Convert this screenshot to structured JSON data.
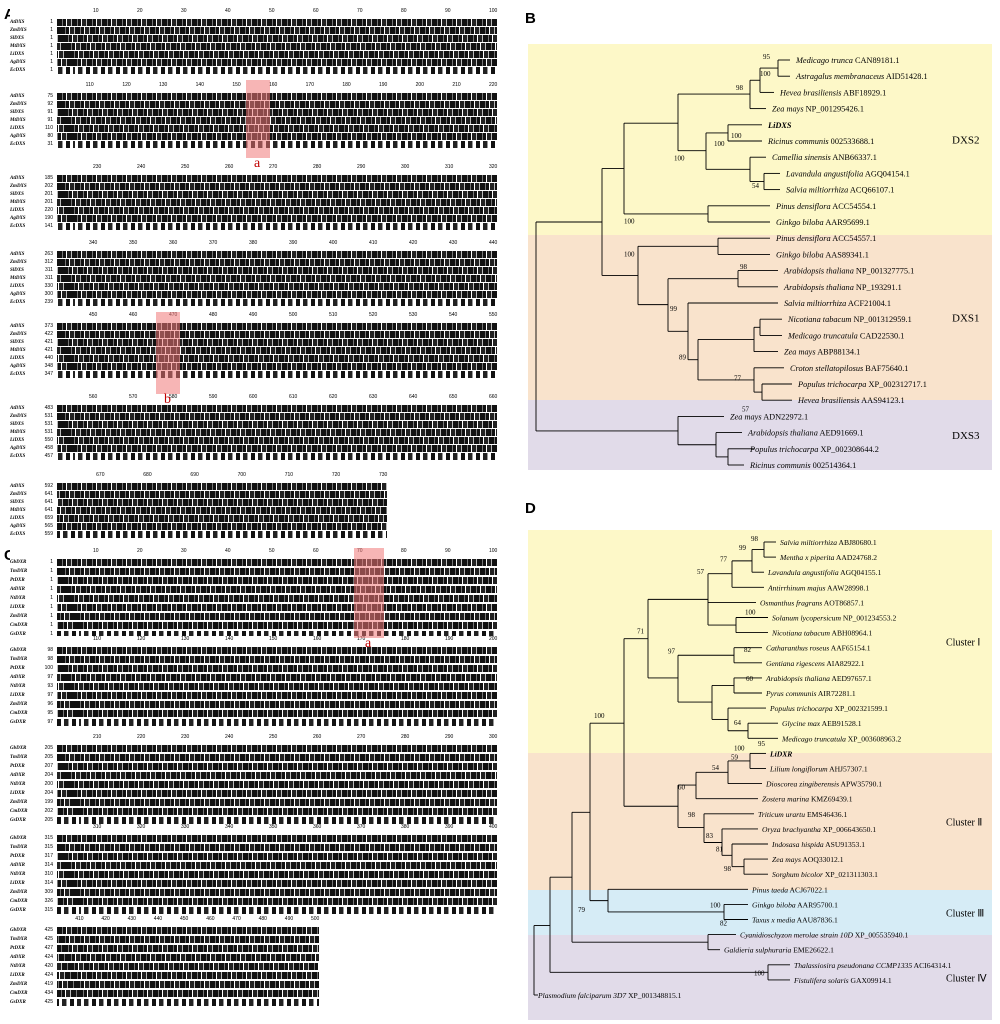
{
  "panels": {
    "a": "A",
    "b": "B",
    "c": "C",
    "d": "D"
  },
  "alignment_a": {
    "motif_letters": [
      "a",
      "b"
    ],
    "blocks": [
      {
        "ruler": [
          "10",
          "20",
          "30",
          "40",
          "50",
          "60",
          "70",
          "80",
          "90",
          "100"
        ],
        "rows": [
          [
            "AtDXS",
            "1"
          ],
          [
            "ZmDXS",
            "1"
          ],
          [
            "SlDXS",
            "1"
          ],
          [
            "MtDXS",
            "1"
          ],
          [
            "LiDXS",
            "1"
          ],
          [
            "AgDXS",
            "1"
          ],
          [
            "EcDXS",
            "1"
          ]
        ]
      },
      {
        "ruler": [
          "110",
          "120",
          "130",
          "140",
          "150",
          "160",
          "170",
          "180",
          "190",
          "200",
          "210",
          "220"
        ],
        "rows": [
          [
            "AtDXS",
            "75"
          ],
          [
            "ZmDXS",
            "92"
          ],
          [
            "SlDXS",
            "91"
          ],
          [
            "MtDXS",
            "91"
          ],
          [
            "LiDXS",
            "110"
          ],
          [
            "AgDXS",
            "80"
          ],
          [
            "EcDXS",
            "31"
          ]
        ]
      },
      {
        "ruler": [
          "230",
          "240",
          "250",
          "260",
          "270",
          "280",
          "290",
          "300",
          "310",
          "320"
        ],
        "rows": [
          [
            "AtDXS",
            "185"
          ],
          [
            "ZmDXS",
            "202"
          ],
          [
            "SlDXS",
            "201"
          ],
          [
            "MtDXS",
            "201"
          ],
          [
            "LiDXS",
            "220"
          ],
          [
            "AgDXS",
            "190"
          ],
          [
            "EcDXS",
            "141"
          ]
        ]
      },
      {
        "ruler": [
          "340",
          "350",
          "360",
          "370",
          "380",
          "390",
          "400",
          "410",
          "420",
          "430",
          "440"
        ],
        "rows": [
          [
            "AtDXS",
            "263"
          ],
          [
            "ZmDXS",
            "312"
          ],
          [
            "SlDXS",
            "311"
          ],
          [
            "MtDXS",
            "311"
          ],
          [
            "LiDXS",
            "330"
          ],
          [
            "AgDXS",
            "300"
          ],
          [
            "EcDXS",
            "239"
          ]
        ]
      },
      {
        "ruler": [
          "450",
          "460",
          "470",
          "480",
          "490",
          "500",
          "510",
          "520",
          "530",
          "540",
          "550"
        ],
        "rows": [
          [
            "AtDXS",
            "373"
          ],
          [
            "ZmDXS",
            "422"
          ],
          [
            "SlDXS",
            "421"
          ],
          [
            "MtDXS",
            "421"
          ],
          [
            "LiDXS",
            "440"
          ],
          [
            "AgDXS",
            "348"
          ],
          [
            "EcDXS",
            "347"
          ]
        ]
      },
      {
        "ruler": [
          "560",
          "570",
          "580",
          "590",
          "600",
          "610",
          "620",
          "630",
          "640",
          "650",
          "660"
        ],
        "rows": [
          [
            "AtDXS",
            "483"
          ],
          [
            "ZmDXS",
            "531"
          ],
          [
            "SlDXS",
            "531"
          ],
          [
            "MtDXS",
            "531"
          ],
          [
            "LiDXS",
            "550"
          ],
          [
            "AgDXS",
            "458"
          ],
          [
            "EcDXS",
            "457"
          ]
        ]
      },
      {
        "ruler": [
          "670",
          "680",
          "690",
          "700",
          "710",
          "720",
          "730"
        ],
        "rows": [
          [
            "AtDXS",
            "592"
          ],
          [
            "ZmDXS",
            "641"
          ],
          [
            "SlDXS",
            "641"
          ],
          [
            "MtDXS",
            "641"
          ],
          [
            "LiDXS",
            "659"
          ],
          [
            "AgDXS",
            "565"
          ],
          [
            "EcDXS",
            "559"
          ]
        ]
      }
    ]
  },
  "alignment_c": {
    "motif_letters": [
      "a"
    ],
    "blocks": [
      {
        "ruler": [
          "10",
          "20",
          "30",
          "40",
          "50",
          "60",
          "70",
          "80",
          "90",
          "100"
        ],
        "rows": [
          [
            "GbDXR",
            "1"
          ],
          [
            "TmDXR",
            "1"
          ],
          [
            "PtDXR",
            "1"
          ],
          [
            "AtDXR",
            "1"
          ],
          [
            "NtDXR",
            "1"
          ],
          [
            "LiDXR",
            "1"
          ],
          [
            "ZmDXR",
            "1"
          ],
          [
            "CmDXR",
            "1"
          ],
          [
            "GsDXR",
            "1"
          ]
        ]
      },
      {
        "ruler": [
          "110",
          "120",
          "130",
          "140",
          "150",
          "160",
          "170",
          "180",
          "190",
          "200"
        ],
        "rows": [
          [
            "GbDXR",
            "98"
          ],
          [
            "TmDXR",
            "98"
          ],
          [
            "PtDXR",
            "100"
          ],
          [
            "AtDXR",
            "97"
          ],
          [
            "NtDXR",
            "93"
          ],
          [
            "LiDXR",
            "97"
          ],
          [
            "ZmDXR",
            "96"
          ],
          [
            "CmDXR",
            "95"
          ],
          [
            "GsDXR",
            "97"
          ]
        ]
      },
      {
        "ruler": [
          "210",
          "220",
          "230",
          "240",
          "250",
          "260",
          "270",
          "280",
          "290",
          "300"
        ],
        "rows": [
          [
            "GbDXR",
            "205"
          ],
          [
            "TmDXR",
            "205"
          ],
          [
            "PtDXR",
            "207"
          ],
          [
            "AtDXR",
            "204"
          ],
          [
            "NtDXR",
            "200"
          ],
          [
            "LiDXR",
            "204"
          ],
          [
            "ZmDXR",
            "199"
          ],
          [
            "CmDXR",
            "202"
          ],
          [
            "GsDXR",
            "205"
          ]
        ]
      },
      {
        "ruler": [
          "310",
          "320",
          "330",
          "340",
          "350",
          "360",
          "370",
          "380",
          "390",
          "400"
        ],
        "rows": [
          [
            "GbDXR",
            "315"
          ],
          [
            "TmDXR",
            "315"
          ],
          [
            "PtDXR",
            "317"
          ],
          [
            "AtDXR",
            "314"
          ],
          [
            "NtDXR",
            "310"
          ],
          [
            "LiDXR",
            "314"
          ],
          [
            "ZmDXR",
            "309"
          ],
          [
            "CmDXR",
            "326"
          ],
          [
            "GsDXR",
            "315"
          ]
        ]
      },
      {
        "ruler": [
          "410",
          "420",
          "430",
          "440",
          "450",
          "460",
          "470",
          "480",
          "490",
          "500"
        ],
        "rows": [
          [
            "GbDXR",
            "425"
          ],
          [
            "TmDXR",
            "425"
          ],
          [
            "PtDXR",
            "427"
          ],
          [
            "AtDXR",
            "424"
          ],
          [
            "NtDXR",
            "420"
          ],
          [
            "LiDXR",
            "424"
          ],
          [
            "ZmDXR",
            "419"
          ],
          [
            "CmDXR",
            "434"
          ],
          [
            "GsDXR",
            "425"
          ]
        ]
      }
    ]
  },
  "tree_b": {
    "groups": [
      {
        "label": "DXS2",
        "color": "#fdf8c8"
      },
      {
        "label": "DXS1",
        "color": "#f9e3cc"
      },
      {
        "label": "DXS3",
        "color": "#e1dbe9"
      }
    ],
    "leaves": [
      {
        "species": "Medicago trunca",
        "acc": "CAN89181.1"
      },
      {
        "species": "Astragalus membranaceus",
        "acc": "AID51428.1"
      },
      {
        "species": "Hevea brasiliensis",
        "acc": "ABF18929.1"
      },
      {
        "species": "Zea mays",
        "acc": "NP_001295426.1"
      },
      {
        "species": "LiDXS",
        "acc": ""
      },
      {
        "species": "Ricinus communis",
        "acc": "002533688.1"
      },
      {
        "species": "Camellia sinensis",
        "acc": "ANB66337.1"
      },
      {
        "species": "Lavandula angustifolia",
        "acc": "AGQ04154.1"
      },
      {
        "species": "Salvia miltiorrhiza",
        "acc": "ACQ66107.1"
      },
      {
        "species": "Pinus densiflora",
        "acc": "ACC54554.1"
      },
      {
        "species": "Ginkgo biloba",
        "acc": "AAR95699.1"
      },
      {
        "species": "Pinus densiflora",
        "acc": "ACC54557.1"
      },
      {
        "species": "Ginkgo biloba",
        "acc": "AAS89341.1"
      },
      {
        "species": "Arabidopsis thaliana",
        "acc": "NP_001327775.1"
      },
      {
        "species": "Arabidopsis thaliana",
        "acc": "NP_193291.1"
      },
      {
        "species": "Salvia miltiorrhiza",
        "acc": "ACF21004.1"
      },
      {
        "species": "Nicotiana tabacum",
        "acc": "NP_001312959.1"
      },
      {
        "species": "Medicago truncatula",
        "acc": "CAD22530.1"
      },
      {
        "species": "Zea mays",
        "acc": "ABP88134.1"
      },
      {
        "species": "Croton stellatopilosus",
        "acc": "BAF75640.1"
      },
      {
        "species": "Populus trichocarpa",
        "acc": "XP_002312717.1"
      },
      {
        "species": "Hevea brasiliensis",
        "acc": "AAS94123.1"
      },
      {
        "species": "Zea mays",
        "acc": "ADN22972.1"
      },
      {
        "species": "Arabidopsis thaliana",
        "acc": "AED91669.1"
      },
      {
        "species": "Populus trichocarpa",
        "acc": "XP_002308644.2"
      },
      {
        "species": "Ricinus communis",
        "acc": "002514364.1"
      }
    ],
    "bootstrap": [
      "95",
      "100",
      "98",
      "100",
      "54",
      "100",
      "100",
      "100",
      "98",
      "99",
      "89",
      "100",
      "77",
      "57"
    ]
  },
  "tree_d": {
    "groups": [
      {
        "label": "Cluster Ⅰ",
        "color": "#fdf8c8"
      },
      {
        "label": "Cluster Ⅱ",
        "color": "#f9e3cc"
      },
      {
        "label": "Cluster Ⅲ",
        "color": "#d6ecf6"
      },
      {
        "label": "Cluster Ⅳ",
        "color": "#e1dbe9"
      }
    ],
    "leaves": [
      {
        "species": "Salvia miltiorrhiza",
        "acc": "ABJ80680.1"
      },
      {
        "species": "Mentha x piperita",
        "acc": "AAD24768.2"
      },
      {
        "species": "Lavandula angustifolia",
        "acc": "AGQ04155.1"
      },
      {
        "species": "Antirrhinum majus",
        "acc": "AAW28998.1"
      },
      {
        "species": "Osmanthus fragrans",
        "acc": "AOT86857.1"
      },
      {
        "species": "Solanum lycopersicum",
        "acc": "NP_001234553.2"
      },
      {
        "species": "Nicotiana tabacum",
        "acc": "ABH08964.1"
      },
      {
        "species": "Catharanthus roseus",
        "acc": "AAF65154.1"
      },
      {
        "species": "Gentiana rigescens",
        "acc": "AIA82922.1"
      },
      {
        "species": "Arabidopsis thaliana",
        "acc": "AED97657.1"
      },
      {
        "species": "Pyrus communis",
        "acc": "AIR72281.1"
      },
      {
        "species": "Populus trichocarpa",
        "acc": "XP_002321599.1"
      },
      {
        "species": "Glycine max",
        "acc": "AEB91528.1"
      },
      {
        "species": "Medicago truncatula",
        "acc": "XP_003608963.2"
      },
      {
        "species": "LiDXR",
        "acc": ""
      },
      {
        "species": "Lilium longiflorum",
        "acc": "AHJ57307.1"
      },
      {
        "species": "Dioscorea zingiberensis",
        "acc": "APW35790.1"
      },
      {
        "species": "Zostera marina",
        "acc": "KMZ69439.1"
      },
      {
        "species": "Triticum urartu",
        "acc": "EMS46436.1"
      },
      {
        "species": "Oryza brachyantha",
        "acc": "XP_006643650.1"
      },
      {
        "species": "Indosasa hispida",
        "acc": "ASU91353.1"
      },
      {
        "species": "Zea mays",
        "acc": "AOQ33012.1"
      },
      {
        "species": "Sorghum bicolor",
        "acc": "XP_021311303.1"
      },
      {
        "species": "Pinus taeda",
        "acc": "ACJ67022.1"
      },
      {
        "species": "Ginkgo biloba",
        "acc": "AAR95700.1"
      },
      {
        "species": "Taxus x media",
        "acc": "AAU87836.1"
      },
      {
        "species": "Cyanidioschyzon merolae strain 10D",
        "acc": "XP_005535940.1"
      },
      {
        "species": "Galdieria sulphuraria",
        "acc": "EME26622.1"
      },
      {
        "species": "Thalassiosira pseudonana CCMP1335",
        "acc": "ACI64314.1"
      },
      {
        "species": "Fistulifera solaris",
        "acc": "GAX09914.1"
      },
      {
        "species": "Plasmodium falciparum 3D7",
        "acc": "XP_001348815.1"
      }
    ],
    "bootstrap": [
      "98",
      "99",
      "77",
      "100",
      "57",
      "82",
      "60",
      "64",
      "95",
      "97",
      "71",
      "100",
      "59",
      "54",
      "60",
      "98",
      "83",
      "81",
      "98",
      "100",
      "100",
      "82",
      "79",
      "100"
    ]
  }
}
